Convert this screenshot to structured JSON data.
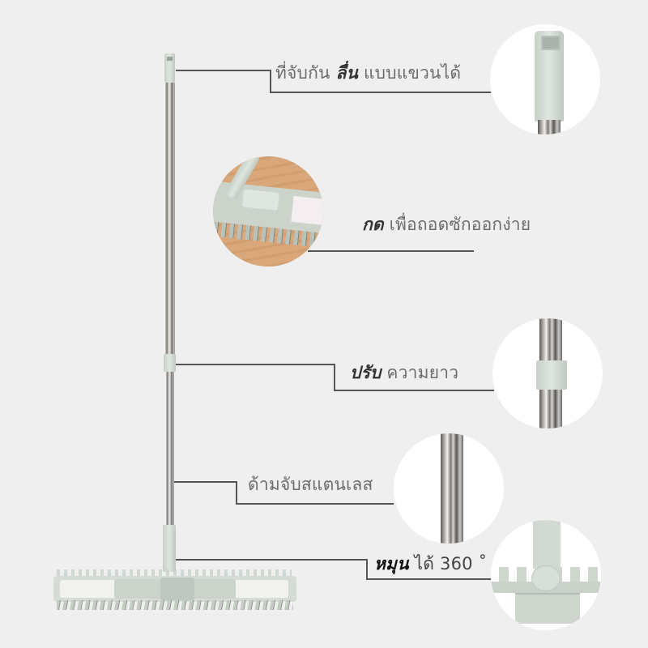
{
  "product": {
    "type": "flat microfiber chenille mop",
    "colors": {
      "background": "#efefef",
      "handle_plastic": "#cfd7cf",
      "steel": "#9a9590",
      "leader_line": "#555555",
      "label_text": "#6b6b6b",
      "label_emphasis": "#333333",
      "wood_floor": "#d9a779"
    }
  },
  "features": [
    {
      "id": "handle",
      "emphasis": "ลื่น",
      "prefix": "ที่จับกัน ",
      "suffix": " แบบแขวนได้",
      "detail_image": "hanging-handle-cap"
    },
    {
      "id": "release",
      "emphasis": "กด",
      "prefix": "",
      "suffix": " เพื่อถอดซักออกง่าย",
      "detail_image": "mop-head-on-wood-floor"
    },
    {
      "id": "adjust",
      "emphasis": "ปรับ",
      "prefix": "",
      "suffix": " ความยาว",
      "detail_image": "telescopic-joint"
    },
    {
      "id": "stainless",
      "emphasis": "",
      "prefix": "ด้ามจับสแตนเลส",
      "suffix": "",
      "detail_image": "stainless-steel-pole"
    },
    {
      "id": "rotate",
      "emphasis": "หมุน",
      "prefix": "",
      "suffix": " ได้ 360 ˚",
      "detail_image": "swivel-joint"
    }
  ]
}
